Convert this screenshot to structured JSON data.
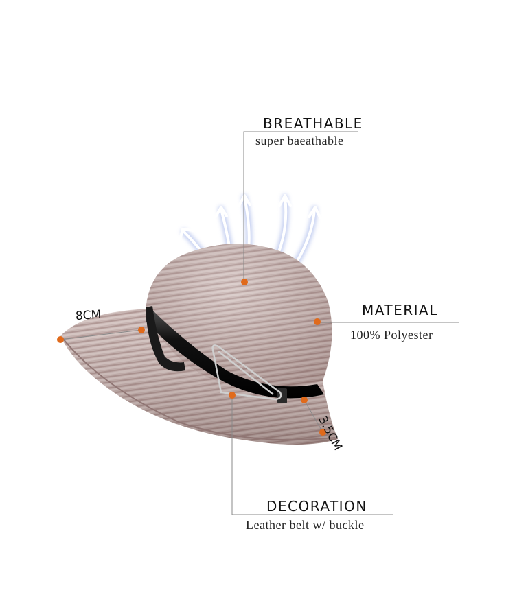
{
  "features": {
    "breathable": {
      "title": "BREATHABLE",
      "desc": "super baeathable"
    },
    "material": {
      "title": "MATERIAL",
      "desc": "100% Polyester"
    },
    "decoration": {
      "title": "DECORATION",
      "desc": "Leather belt w/ buckle"
    }
  },
  "dimensions": {
    "brim": "8CM",
    "band": "3.5CM"
  },
  "colors": {
    "marker": "#e06a1b",
    "straw": "#bfa9a6",
    "band": "#111111",
    "leader_line": "#888888",
    "airflow": "#b9c6ee"
  }
}
